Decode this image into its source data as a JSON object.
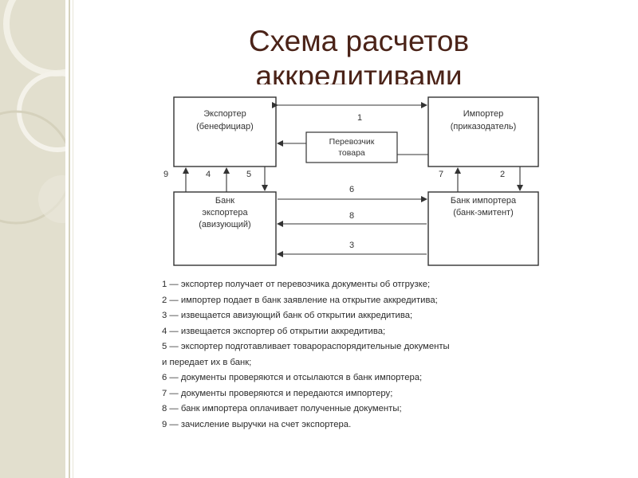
{
  "slide": {
    "title": "Схема расчетов аккредитивами"
  },
  "diagram": {
    "nodes": {
      "exporter": [
        "Экспортер",
        "(бенефициар)"
      ],
      "importer": [
        "Импортер",
        "(приказодатель)"
      ],
      "carrier": [
        "Перевозчик",
        "товара"
      ],
      "exporter_bank": [
        "Банк",
        "экспортера",
        "(авизующий)"
      ],
      "importer_bank": [
        "Банк импортера",
        "(банк-эмитент)"
      ]
    },
    "arrow_labels": {
      "a1": "1",
      "a2": "2",
      "a3": "3",
      "a4": "4",
      "a5": "5",
      "a6": "6",
      "a7": "7",
      "a8": "8",
      "a9": "9"
    }
  },
  "legend": [
    "1 — экспортер получает от перевозчика документы об отгрузке;",
    "2 — импортер подает в банк заявление на открытие аккредитива;",
    "3 — извещается авизующий банк об открытии аккредитива;",
    "4 — извещается экспортер об открытии аккредитива;",
    "5 — экспортер подготавливает товарораспорядительные документы",
    "и передает их в банк;",
    "6 — документы проверяются и отсылаются в банк импортера;",
    "7 — документы проверяются и передаются импортеру;",
    "8 — банк импортера оплачивает полученные документы;",
    "9 — зачисление выручки на счет экспортера."
  ]
}
